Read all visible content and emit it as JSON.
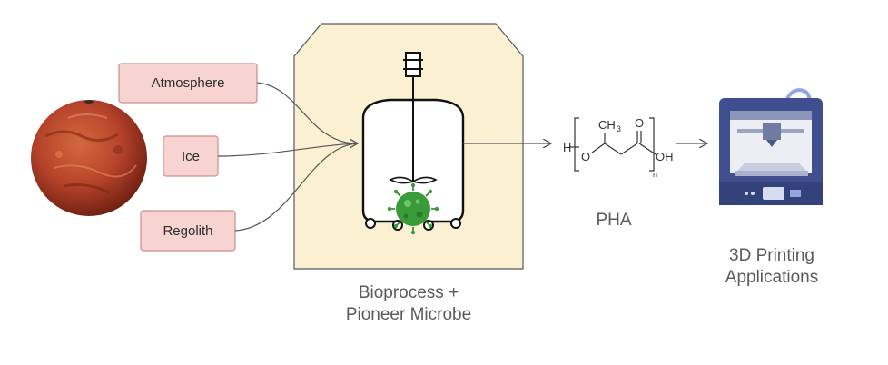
{
  "inputs": {
    "atmosphere": "Atmosphere",
    "ice": "Ice",
    "regolith": "Regolith"
  },
  "bioprocess": {
    "line1": "Bioprocess +",
    "line2": "Pioneer Microbe"
  },
  "product": {
    "label": "PHA",
    "formula": {
      "h": "H",
      "o": "O",
      "ch3": "CH",
      "ch3_sub": "3",
      "carbonyl_o": "O",
      "oh": "OH",
      "n": "n"
    }
  },
  "application": {
    "line1": "3D Printing",
    "line2": "Applications"
  },
  "colors": {
    "input_box_fill": "#f7d4d2",
    "input_box_stroke": "#c98f8b",
    "panel_fill": "#fbf0d2",
    "panel_stroke": "#5a5a5a",
    "arrow": "#555555",
    "mars": "#b5432a",
    "microbe": "#3a9b3a",
    "printer": "#3f4e8e"
  },
  "icons": [
    "mars-planet-icon",
    "bioreactor-icon",
    "microbe-icon",
    "3d-printer-icon"
  ]
}
